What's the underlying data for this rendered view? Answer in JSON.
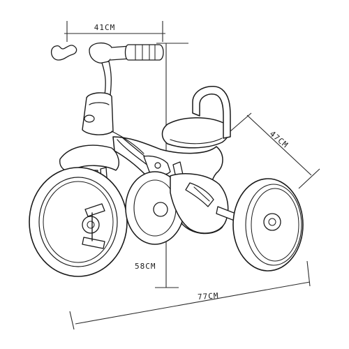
{
  "dimensions": {
    "handlebar_width": "41CM",
    "seat_to_rear_wheel": "47CM",
    "height": "58CM",
    "length": "77CM"
  },
  "colors": {
    "ink": "#1a1a1a",
    "background": "#ffffff"
  }
}
